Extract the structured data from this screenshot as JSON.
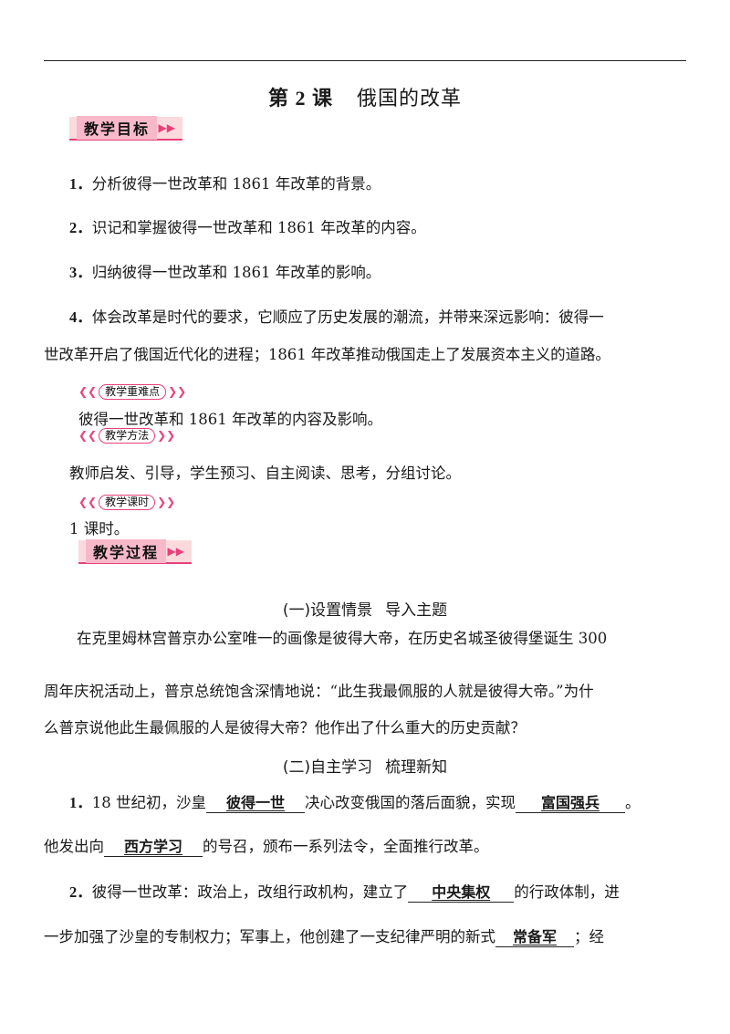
{
  "title_num": "第 2 课",
  "title_text": "俄国的改革",
  "tags": {
    "goals": "教学目标",
    "key_points": "教学重难点",
    "methods": "教学方法",
    "hours": "教学课时",
    "process": "教学过程"
  },
  "goals": [
    {
      "num": "1．",
      "text": "分析彼得一世改革和 1861 年改革的背景。"
    },
    {
      "num": "2．",
      "text": "识记和掌握彼得一世改革和 1861 年改革的内容。"
    },
    {
      "num": "3．",
      "text": "归纳彼得一世改革和 1861 年改革的影响。"
    },
    {
      "num": "4．",
      "text": "体会改革是时代的要求，它顺应了历史发展的潮流，并带来深远影响：彼得一"
    }
  ],
  "goal4_cont": "世改革开启了俄国近代化的进程；1861 年改革推动俄国走上了发展资本主义的道路。",
  "key_points_text": "彼得一世改革和 1861 年改革的内容及影响。",
  "methods_text": "教师启发、引导，学生预习、自主阅读、思考，分组讨论。",
  "hours_text": "1 课时。",
  "section1": {
    "a": "(一)设置情景",
    "b": "导入主题"
  },
  "intro": [
    "在克里姆林宫普京办公室唯一的画像是彼得大帝，在历史名城圣彼得堡诞生 300",
    "周年庆祝活动上，普京总统饱含深情地说：“此生我最佩服的人就是彼得大帝。”为什",
    "么普京说他此生最佩服的人是彼得大帝？他作出了什么重大的历史贡献？"
  ],
  "section2": {
    "a": "(二)自主学习",
    "b": "梳理新知"
  },
  "q1": {
    "num": "1．",
    "p1": "18 世纪初，沙皇",
    "b1": "彼得一世",
    "p2": "决心改变俄国的落后面貌，实现",
    "b2": "富国强兵",
    "p3": "。",
    "l2a": "他发出向",
    "b3": "西方学习",
    "l2b": "的号召，颁布一系列法令，全面推行改革。"
  },
  "q2": {
    "num": "2．",
    "p1": "彼得一世改革：政治上，改组行政机构，建立了",
    "b1": "中央集权",
    "p2": "的行政体制，进",
    "l2a": "一步加强了沙皇的专制权力；军事上，他创建了一支纪律严明的新式",
    "b2": "常备军",
    "l2b": "；经"
  }
}
